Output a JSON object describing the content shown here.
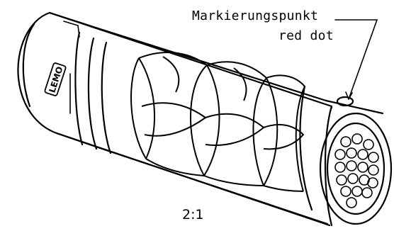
{
  "callout": {
    "label_de": "Markierungspunkt",
    "label_en": "red dot"
  },
  "scale": "2:1",
  "logo_text": "LEMO",
  "colors": {
    "ink": "#000000",
    "background": "#ffffff"
  },
  "connector": {
    "contact_count": 19
  }
}
